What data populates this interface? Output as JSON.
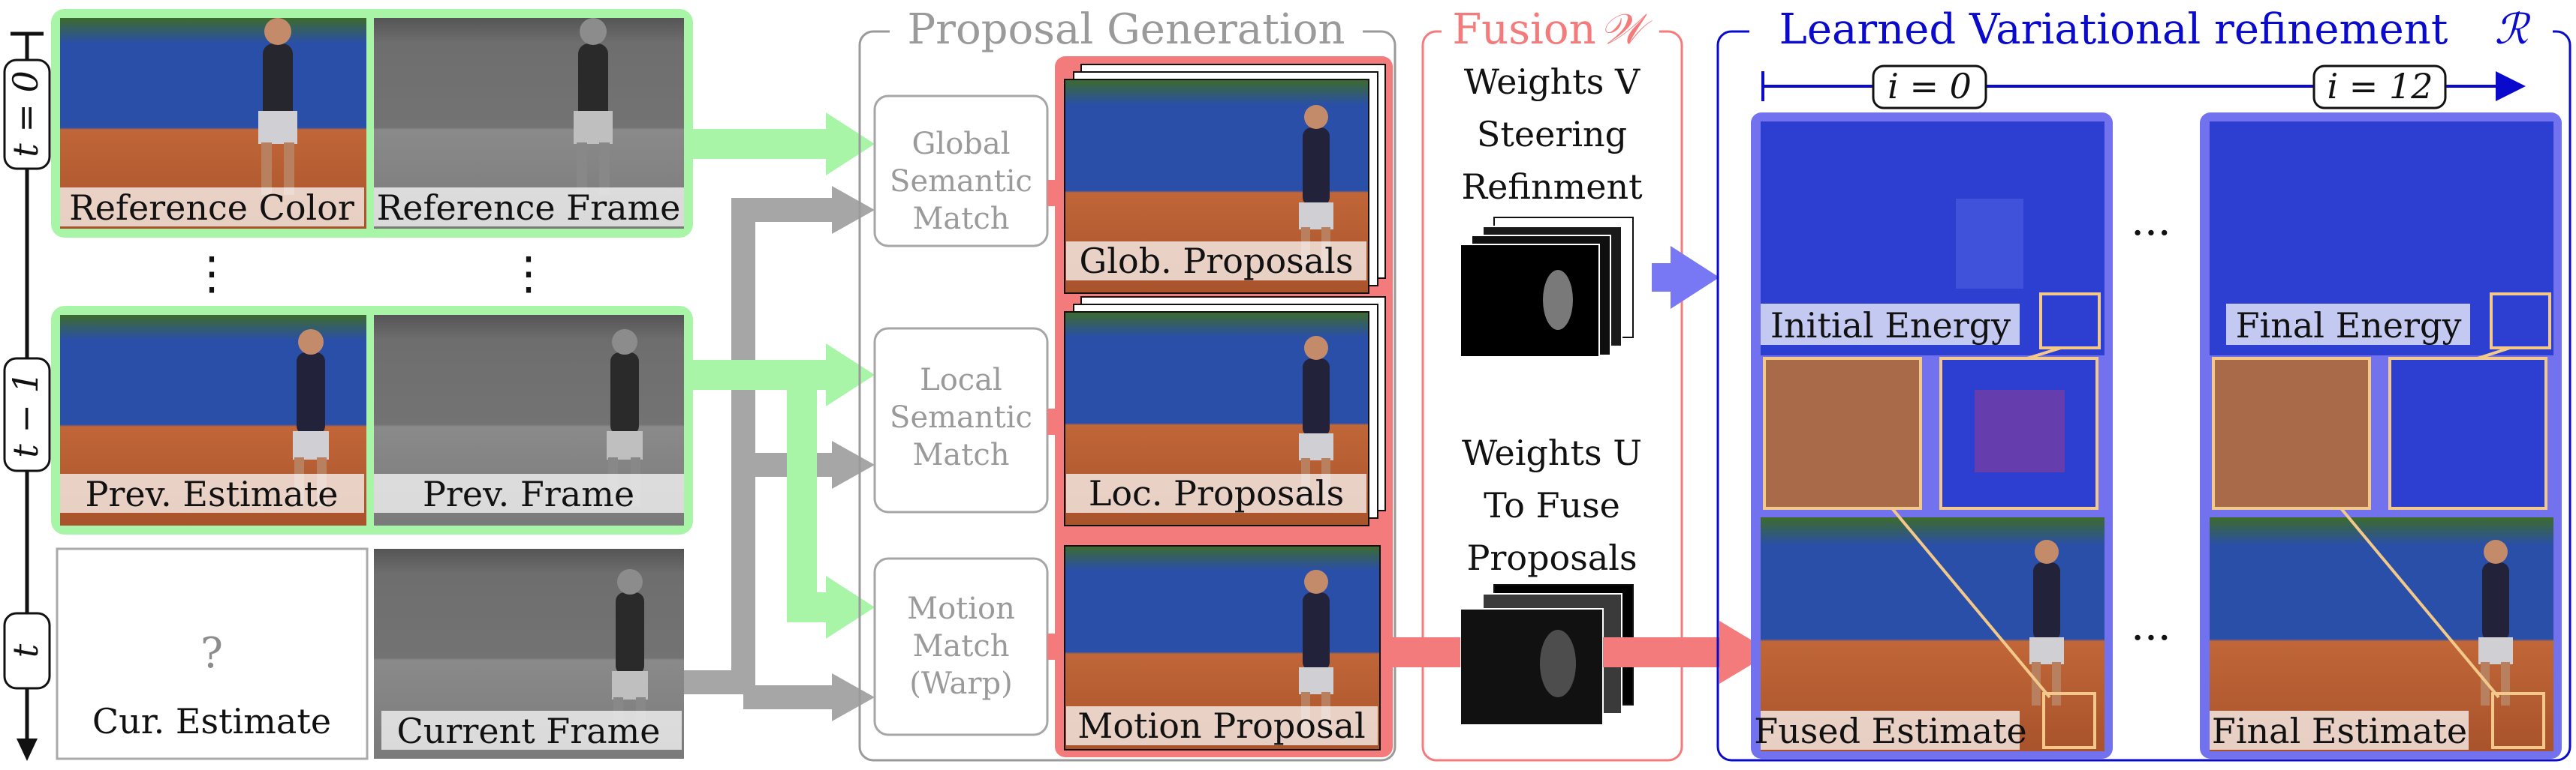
{
  "timeline": {
    "t0": "t = 0",
    "t1": "t − 1",
    "t": "t"
  },
  "inputs": {
    "reference_color": "Reference Color",
    "reference_frame": "Reference Frame",
    "prev_estimate": "Prev. Estimate",
    "prev_frame": "Prev. Frame",
    "cur_estimate": "Cur. Estimate",
    "cur_estimate_mark": "?",
    "current_frame": "Current Frame",
    "ellipsis": "⋮"
  },
  "proposal_generation": {
    "title": "Proposal Generation",
    "global_match": [
      "Global",
      "Semantic",
      "Match"
    ],
    "local_match": [
      "Local",
      "Semantic",
      "Match"
    ],
    "motion_match": [
      "Motion",
      "Match",
      "(Warp)"
    ],
    "glob_proposals": "Glob. Proposals",
    "loc_proposals": "Loc. Proposals",
    "motion_proposal": "Motion Proposal"
  },
  "fusion": {
    "title": "Fusion",
    "symbol": "𝒲",
    "weights_v": [
      "Weights V",
      "Steering",
      "Refinment"
    ],
    "weights_u": [
      "Weights U",
      "To Fuse",
      "Proposals"
    ]
  },
  "refinement": {
    "title": "Learned Variational refinement",
    "symbol": "ℛ",
    "iter_start": "i = 0",
    "iter_end": "i = 12",
    "initial_energy": "Initial Energy",
    "final_energy": "Final Energy",
    "fused_estimate": "Fused Estimate",
    "final_estimate": "Final Estimate",
    "dots": "···"
  },
  "colors": {
    "green": "#a8f5a8",
    "gray_arrow": "#a6a6a6",
    "red": "#f47b7b",
    "blue": "#0a0acc",
    "energy_panel": "#7272ee",
    "energy_bg": "#2c3fd0",
    "highlight": "#f3c98b"
  }
}
